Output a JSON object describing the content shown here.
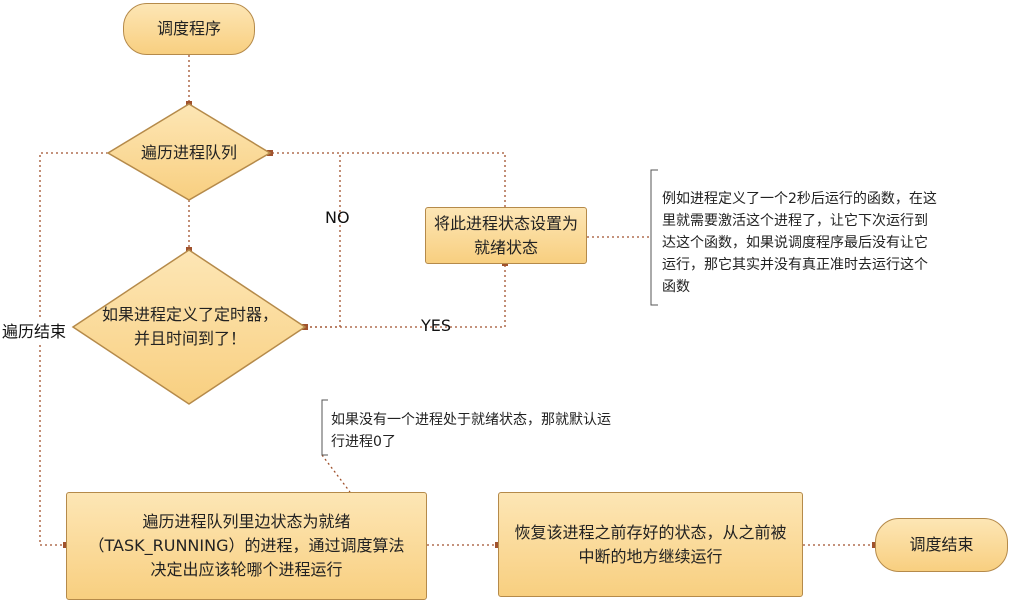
{
  "nodes": {
    "start": "调度程序",
    "loop": "遍历进程队列",
    "check": "如果进程定义了定时器，并且时间到了！",
    "set_ready": "将此进程状态设置为就绪状态",
    "select": "遍历进程队列里边状态为就绪（TASK_RUNNING）的进程，通过调度算法决定出应该轮哪个进程运行",
    "restore": "恢复该进程之前存好的状态，从之前被中断的地方继续运行",
    "end": "调度结束"
  },
  "edge_labels": {
    "no": "NO",
    "yes": "YES",
    "loop_end": "遍历结束"
  },
  "notes": {
    "timer_note": "例如进程定义了一个2秒后运行的函数，在这里就需要激活这个进程了，让它下次运行到达这个函数，如果说调度程序最后没有让它运行，那它其实并没有真正准时去运行这个函数",
    "default_note": "如果没有一个进程处于就绪状态，那就默认运行进程0了"
  },
  "colors": {
    "fill_top": "#fde6b5",
    "fill_bottom": "#f8cf80",
    "border": "#b58a4a",
    "connector": "#a0522d"
  }
}
